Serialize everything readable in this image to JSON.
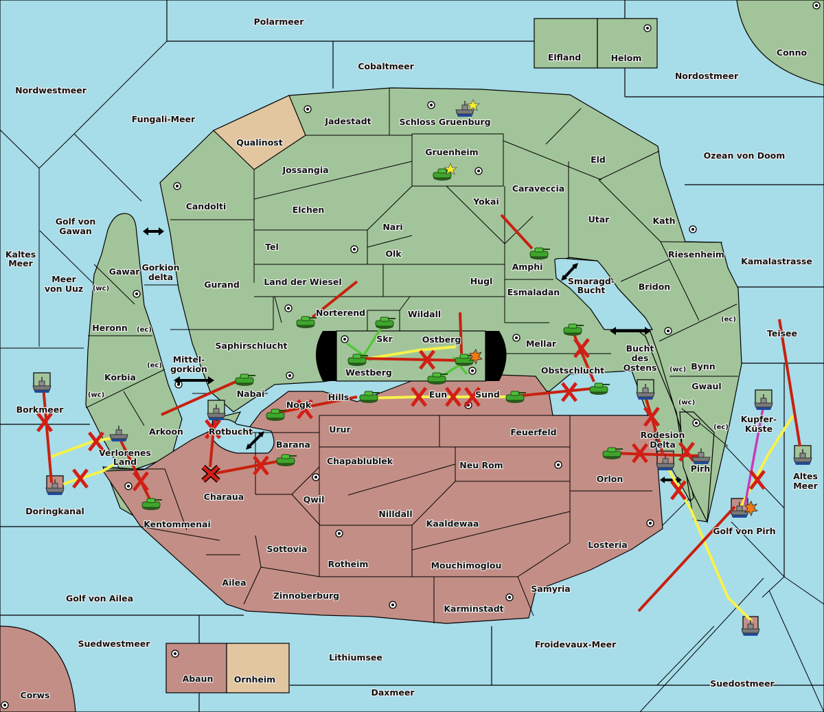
{
  "map": {
    "title": "Diplomacy-style map",
    "colors": {
      "sea": "#a7dce9",
      "green_power": "#a2c49a",
      "red_power": "#c38e86",
      "neutral": "#e2c69f",
      "order_move": "#c8200e",
      "order_support": "#f7f24a",
      "order_convoy_support": "#55c63a",
      "order_magenta": "#c83cb4"
    },
    "seas": {
      "polarmeer": "Polarmeer",
      "cobaltmeer": "Cobaltmeer",
      "nordwestmeer": "Nordwestmeer",
      "fungali": "Fungali-Meer",
      "nordostmeer": "Nordostmeer",
      "ozean": "Ozean von Doom",
      "golf_gawan_1": "Golf von",
      "golf_gawan_2": "Gawan",
      "kaltes_1": "Kaltes",
      "kaltes_2": "Meer",
      "uuz_1": "Meer",
      "uuz_2": "von Uuz",
      "gorkion_1": "Gorkion",
      "gorkion_2": "delta",
      "mittel_1": "Mittel-",
      "mittel_2": "gorkion",
      "smaragd_1": "Smaragd-",
      "smaragd_2": "Bucht",
      "bucht_1": "Bucht",
      "bucht_2": "des",
      "bucht_3": "Ostens",
      "kamala": "Kamalastrasse",
      "teisee": "Teisee",
      "borkmeer": "Borkmeer",
      "doringkanal": "Doringkanal",
      "rotbucht": "Rotbucht",
      "rodesion_1": "Rodesion",
      "rodesion_2": "Delta",
      "kupfer_1": "Kupfer-",
      "kupfer_2": "Küste",
      "altes_1": "Altes",
      "altes_2": "Meer",
      "golf_pirh": "Golf von Pirh",
      "golf_ailea": "Golf von Ailea",
      "suedwestmeer": "Suedwestmeer",
      "lithiumsee": "Lithiumsee",
      "daxmeer": "Daxmeer",
      "froidevaux": "Froidevaux-Meer",
      "suedostmeer": "Suedostmeer"
    },
    "lands": {
      "elfland": "Elfland",
      "helom": "Helom",
      "conno": "Conno",
      "jadestadt": "Jadestadt",
      "schloss": "Schloss Gruenburg",
      "qualinost": "Qualinost",
      "gruenheim": "Gruenheim",
      "eld": "Eld",
      "jossangia": "Jossangia",
      "caraveccia": "Caraveccia",
      "candolti": "Candolti",
      "yokai": "Yokai",
      "elchen": "Elchen",
      "utar": "Utar",
      "kath": "Kath",
      "nari": "Nari",
      "tel": "Tel",
      "olk": "Olk",
      "amphi": "Amphi",
      "riesenheim": "Riesenheim",
      "gawar": "Gawar",
      "gurand": "Gurand",
      "land_wiesel": "Land der Wiesel",
      "hugl": "Hugl",
      "bridon": "Bridon",
      "esmaladan": "Esmaladan",
      "heronn": "Heronn",
      "norterend": "Norterend",
      "wildall": "Wildall",
      "skr": "Skr",
      "ostberg": "Ostberg",
      "mellar": "Mellar",
      "saphirschlucht": "Saphirschlucht",
      "westberg": "Westberg",
      "obstschlucht": "Obstschlucht",
      "bynn": "Bynn",
      "korbia": "Korbia",
      "nabai": "Nabai",
      "hills": "Hills",
      "eun": "Eun",
      "sund": "Sund",
      "gwaul": "Gwaul",
      "nogk": "Nogk",
      "arkoon": "Arkoon",
      "urur": "Urur",
      "feuerfeld": "Feuerfeld",
      "verlorenes_1": "Verlorenes",
      "verlorenes_2": "Land",
      "barana": "Barana",
      "chapablublek": "Chapablublek",
      "neu_rom": "Neu Rom",
      "pirh": "Pirh",
      "orlon": "Orlon",
      "charaua": "Charaua",
      "qwil": "Qwil",
      "nilldall": "Nilldall",
      "kentommenai": "Kentommenai",
      "kaaldewaa": "Kaaldewaa",
      "losteria": "Losteria",
      "sottovia": "Sottovia",
      "rotheim": "Rotheim",
      "mouchimoglou": "Mouchimoglou",
      "ailea": "Ailea",
      "samyria": "Samyria",
      "zinnoberburg": "Zinnoberburg",
      "karminstadt": "Karminstadt",
      "abaun": "Abaun",
      "ornheim": "Ornheim",
      "corws": "Corws"
    },
    "coasts": {
      "wc": "(wc)",
      "ec": "(ec)"
    },
    "units": [
      {
        "type": "fleet",
        "power": "green",
        "at": "Schloss Gruenburg",
        "icon": "star-icon"
      },
      {
        "type": "army",
        "power": "green",
        "at": "Gruenheim",
        "icon": "star-icon"
      },
      {
        "type": "army",
        "power": "green",
        "at": "Amphi"
      },
      {
        "type": "army",
        "power": "green",
        "at": "Norterend"
      },
      {
        "type": "army",
        "power": "green",
        "at": "Skr"
      },
      {
        "type": "army",
        "power": "green",
        "at": "Westberg"
      },
      {
        "type": "army",
        "power": "green",
        "at": "Ostberg",
        "status": "dislodged"
      },
      {
        "type": "army",
        "power": "green",
        "at": "Eun"
      },
      {
        "type": "army",
        "power": "green",
        "at": "Hills"
      },
      {
        "type": "army",
        "power": "green",
        "at": "Sund"
      },
      {
        "type": "army",
        "power": "green",
        "at": "Mellar"
      },
      {
        "type": "army",
        "power": "green",
        "at": "Obstschlucht"
      },
      {
        "type": "army",
        "power": "green",
        "at": "Nabai"
      },
      {
        "type": "army",
        "power": "green",
        "at": "Nogk"
      },
      {
        "type": "army",
        "power": "green",
        "at": "Barana"
      },
      {
        "type": "army",
        "power": "green",
        "at": "Kentommenai"
      },
      {
        "type": "army",
        "power": "green",
        "at": "Orlon"
      },
      {
        "type": "fleet",
        "power": "green",
        "at": "Verlorenes Land"
      },
      {
        "type": "fleet",
        "power": "green",
        "at": "Borkmeer"
      },
      {
        "type": "fleet",
        "power": "green",
        "at": "Rotbucht"
      },
      {
        "type": "fleet",
        "power": "green",
        "at": "Bucht des Ostens"
      },
      {
        "type": "fleet",
        "power": "green",
        "at": "Pirh"
      },
      {
        "type": "fleet",
        "power": "green",
        "at": "Kupfer-Küste"
      },
      {
        "type": "fleet",
        "power": "green",
        "at": "Altes Meer"
      },
      {
        "type": "fleet",
        "power": "red",
        "at": "Doringkanal"
      },
      {
        "type": "fleet",
        "power": "red",
        "at": "Rodesion Delta"
      },
      {
        "type": "fleet",
        "power": "red",
        "at": "Golf von Pirh",
        "status": "dislodged"
      },
      {
        "type": "fleet",
        "power": "red",
        "at": "Suedostmeer"
      }
    ]
  }
}
